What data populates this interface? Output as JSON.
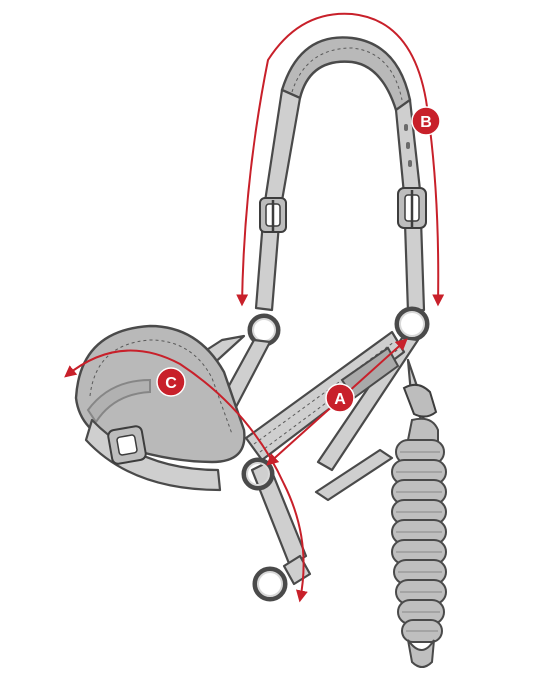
{
  "measurements": [
    {
      "id": "A",
      "label": "A",
      "color": "#c8202a"
    },
    {
      "id": "B",
      "label": "B",
      "color": "#c8202a"
    },
    {
      "id": "C",
      "label": "C",
      "color": "#c8202a"
    }
  ],
  "colors": {
    "accent": "#c8202a",
    "strap": "#cfcfcf",
    "outline": "#4a4a4a",
    "background": "#ffffff"
  }
}
